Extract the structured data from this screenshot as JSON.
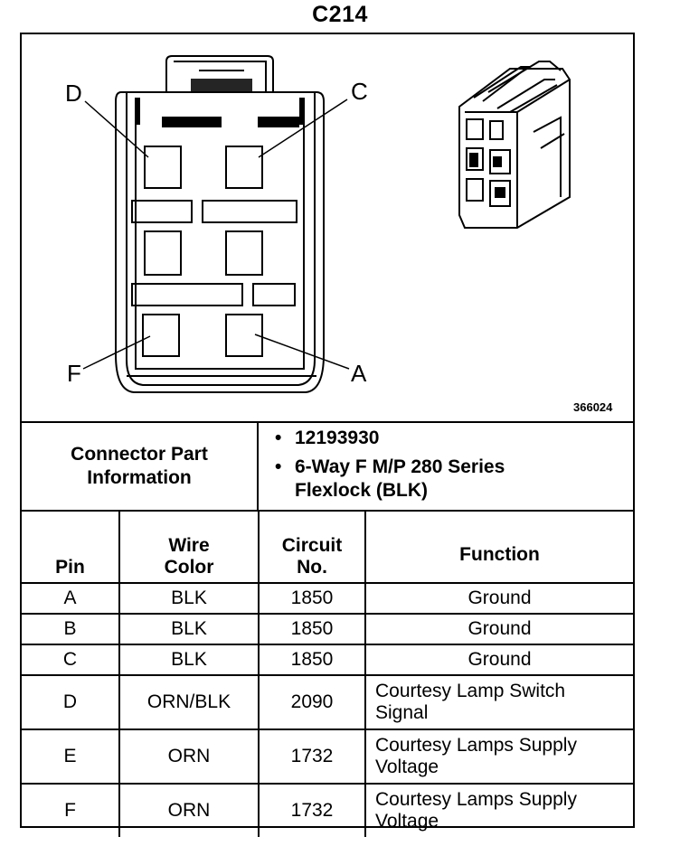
{
  "connector": {
    "title": "C214",
    "image_ref": "366024",
    "pin_labels": {
      "d": "D",
      "c": "C",
      "f": "F",
      "a": "A"
    }
  },
  "part_info": {
    "label_line1": "Connector Part",
    "label_line2": "Information",
    "part_number": "12193930",
    "description_line1": "6-Way F M/P 280 Series",
    "description_line2": "Flexlock (BLK)"
  },
  "table": {
    "headers": {
      "pin": "Pin",
      "wire_color_1": "Wire",
      "wire_color_2": "Color",
      "circuit_1": "Circuit",
      "circuit_2": "No.",
      "function": "Function"
    },
    "rows": [
      {
        "pin": "A",
        "color": "BLK",
        "circuit": "1850",
        "function_1": "Ground",
        "function_2": ""
      },
      {
        "pin": "B",
        "color": "BLK",
        "circuit": "1850",
        "function_1": "Ground",
        "function_2": ""
      },
      {
        "pin": "C",
        "color": "BLK",
        "circuit": "1850",
        "function_1": "Ground",
        "function_2": ""
      },
      {
        "pin": "D",
        "color": "ORN/BLK",
        "circuit": "2090",
        "function_1": "Courtesy Lamp Switch",
        "function_2": "Signal"
      },
      {
        "pin": "E",
        "color": "ORN",
        "circuit": "1732",
        "function_1": "Courtesy Lamps Supply",
        "function_2": "Voltage"
      },
      {
        "pin": "F",
        "color": "ORN",
        "circuit": "1732",
        "function_1": "Courtesy Lamps Supply",
        "function_2": "Voltage"
      }
    ]
  }
}
